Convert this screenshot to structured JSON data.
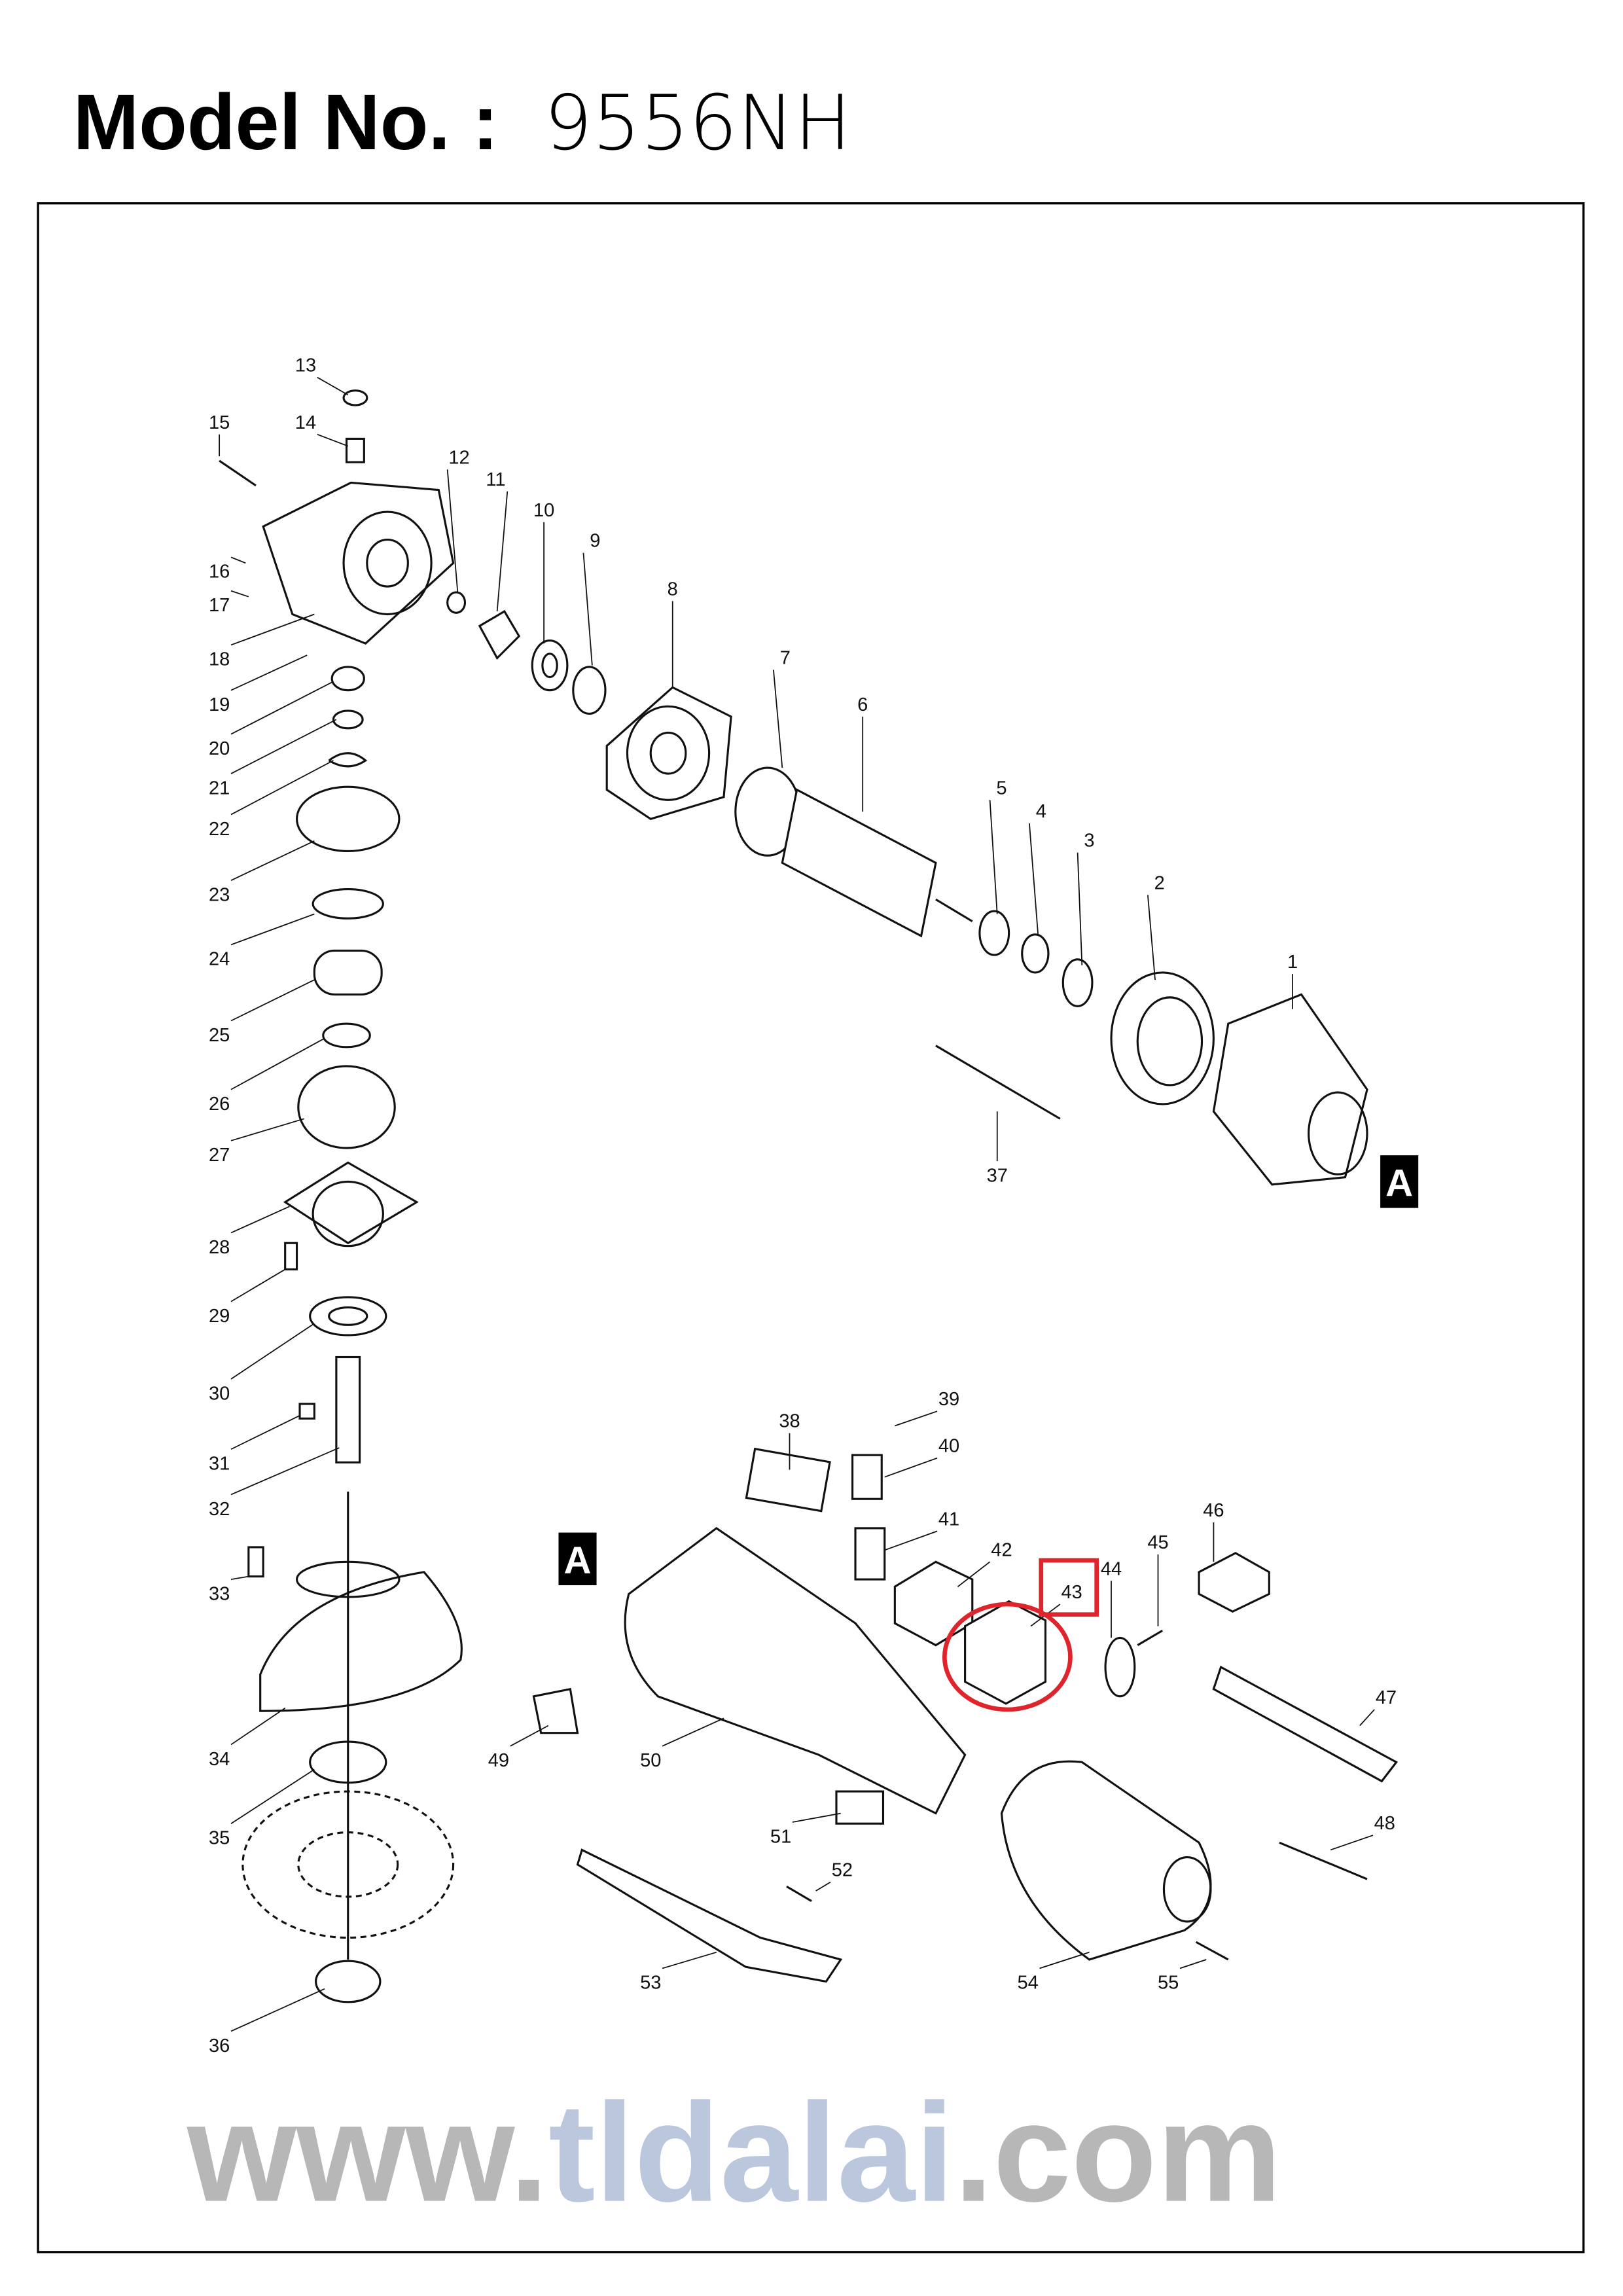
{
  "header": {
    "model_label": "Model No. :",
    "model_number": "9556NH"
  },
  "watermark": {
    "prefix": "www.",
    "brand": "tldalai",
    "suffix": ".com"
  },
  "section_markers": [
    "A",
    "A"
  ],
  "highlighted_part": "43",
  "highlight_color": "#e0242b",
  "part_labels": [
    "1",
    "2",
    "3",
    "4",
    "5",
    "6",
    "7",
    "8",
    "9",
    "10",
    "11",
    "12",
    "13",
    "14",
    "15",
    "16",
    "17",
    "18",
    "19",
    "20",
    "21",
    "22",
    "23",
    "24",
    "25",
    "26",
    "27",
    "28",
    "29",
    "30",
    "31",
    "32",
    "33",
    "34",
    "35",
    "36",
    "37",
    "38",
    "39",
    "40",
    "41",
    "42",
    "43",
    "44",
    "45",
    "46",
    "47",
    "48",
    "49",
    "50",
    "51",
    "52",
    "53",
    "54",
    "55"
  ]
}
